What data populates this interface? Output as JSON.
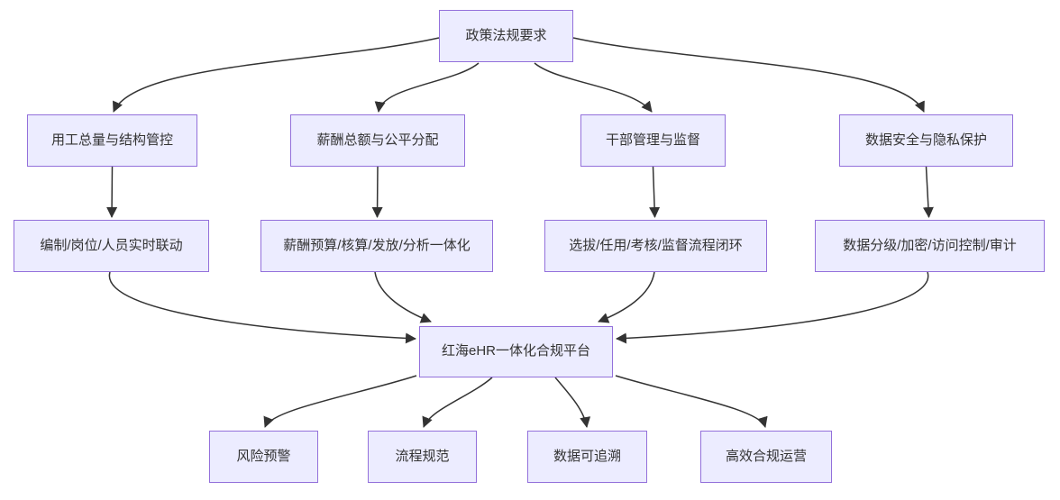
{
  "diagram": {
    "type": "flowchart",
    "direction": "top-down",
    "colors": {
      "node_fill": "#ECECFF",
      "node_border": "#9370DB",
      "edge": "#333333",
      "text": "#333333",
      "background": "#ffffff"
    },
    "nodes": [
      {
        "id": "policy",
        "label": "政策法规要求"
      },
      {
        "id": "workforce",
        "label": "用工总量与结构管控"
      },
      {
        "id": "salary",
        "label": "薪酬总额与公平分配"
      },
      {
        "id": "cadre",
        "label": "干部管理与监督"
      },
      {
        "id": "datasec",
        "label": "数据安全与隐私保护"
      },
      {
        "id": "workforce_detail",
        "label": "编制/岗位/人员实时联动"
      },
      {
        "id": "salary_detail",
        "label": "薪酬预算/核算/发放/分析一体化"
      },
      {
        "id": "cadre_detail",
        "label": "选拔/任用/考核/监督流程闭环"
      },
      {
        "id": "datasec_detail",
        "label": "数据分级/加密/访问控制/审计"
      },
      {
        "id": "platform",
        "label": "红海eHR一体化合规平台"
      },
      {
        "id": "risk",
        "label": "风险预警"
      },
      {
        "id": "process",
        "label": "流程规范"
      },
      {
        "id": "trace",
        "label": "数据可追溯"
      },
      {
        "id": "ops",
        "label": "高效合规运营"
      }
    ],
    "edges": [
      {
        "from": "policy",
        "to": "workforce"
      },
      {
        "from": "policy",
        "to": "salary"
      },
      {
        "from": "policy",
        "to": "cadre"
      },
      {
        "from": "policy",
        "to": "datasec"
      },
      {
        "from": "workforce",
        "to": "workforce_detail"
      },
      {
        "from": "salary",
        "to": "salary_detail"
      },
      {
        "from": "cadre",
        "to": "cadre_detail"
      },
      {
        "from": "datasec",
        "to": "datasec_detail"
      },
      {
        "from": "workforce_detail",
        "to": "platform"
      },
      {
        "from": "salary_detail",
        "to": "platform"
      },
      {
        "from": "cadre_detail",
        "to": "platform"
      },
      {
        "from": "datasec_detail",
        "to": "platform"
      },
      {
        "from": "platform",
        "to": "risk"
      },
      {
        "from": "platform",
        "to": "process"
      },
      {
        "from": "platform",
        "to": "trace"
      },
      {
        "from": "platform",
        "to": "ops"
      }
    ]
  }
}
